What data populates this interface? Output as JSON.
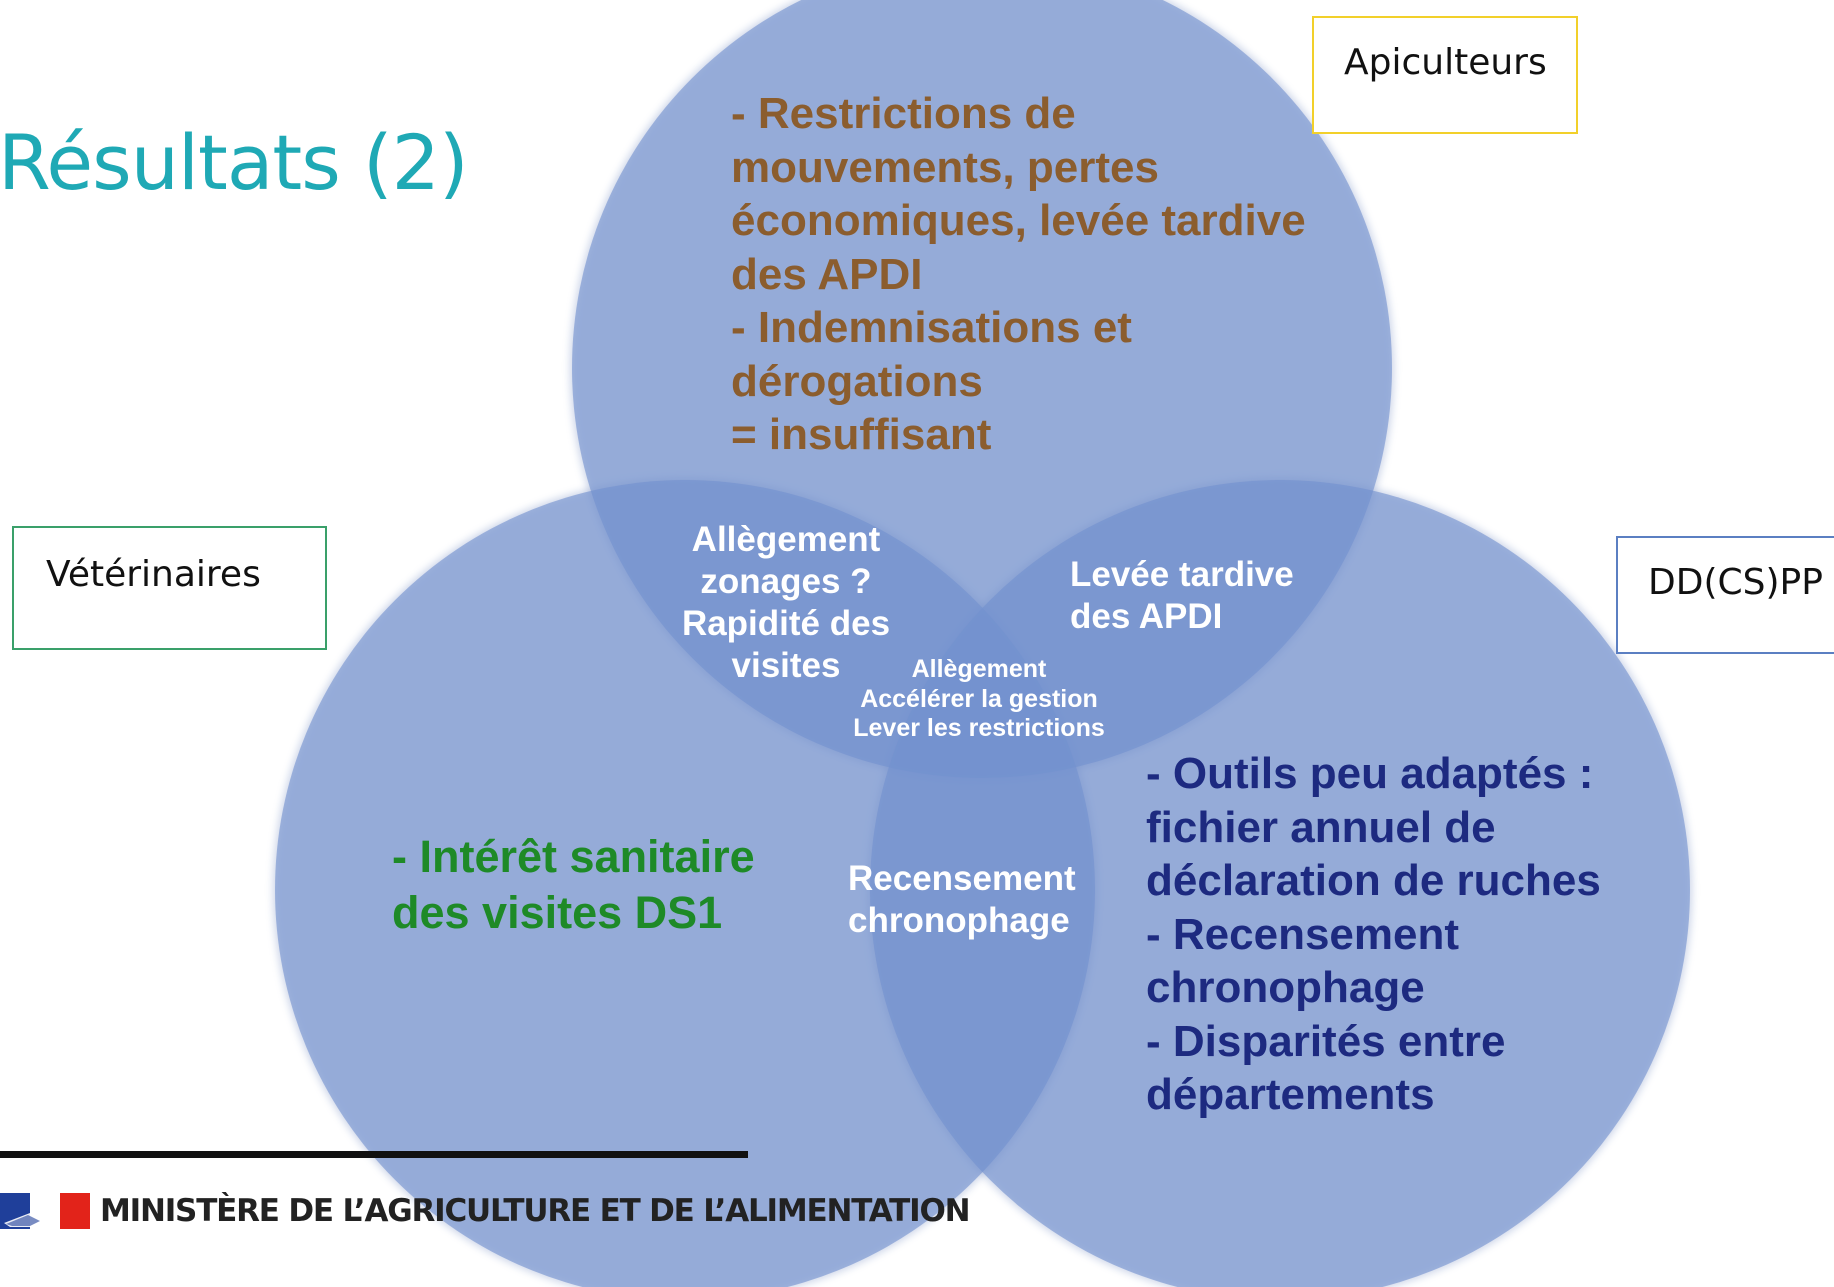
{
  "title": "Résultats (2)",
  "colors": {
    "title": "#1fa9b5",
    "circle_fill": "#7392cf",
    "beekeepers_text": "#8b5d2e",
    "vets_text": "#1e8a27",
    "dd_text": "#1d2a80",
    "overlap_text": "#ffffff"
  },
  "labels": {
    "beekeepers": "Apiculteurs",
    "vets": "Vétérinaires",
    "dd": "DD(CS)PP"
  },
  "regions": {
    "beekeepers_only": [
      "- Restrictions de",
      "mouvements, pertes",
      "économiques, levée tardive",
      "des APDI",
      "- Indemnisations et",
      "dérogations",
      "= insuffisant"
    ],
    "vets_only": [
      "- Intérêt sanitaire",
      "des visites  DS1"
    ],
    "dd_only": [
      "- Outils peu adaptés :",
      "fichier annuel de",
      "déclaration de ruches",
      "- Recensement",
      "chronophage",
      "- Disparités entre",
      "départements"
    ],
    "beekeepers_vets": [
      "Allègement",
      "zonages ?",
      "Rapidité des",
      "visites"
    ],
    "beekeepers_dd": [
      "Levée tardive",
      "des APDI"
    ],
    "vets_dd": [
      "Recensement",
      "chronophage"
    ],
    "center": [
      "Allègement",
      "Accélérer la gestion",
      "Lever les restrictions"
    ]
  },
  "footer": {
    "ministry": "MINISTÈRE DE L’AGRICULTURE ET DE L’ALIMENTATION"
  }
}
